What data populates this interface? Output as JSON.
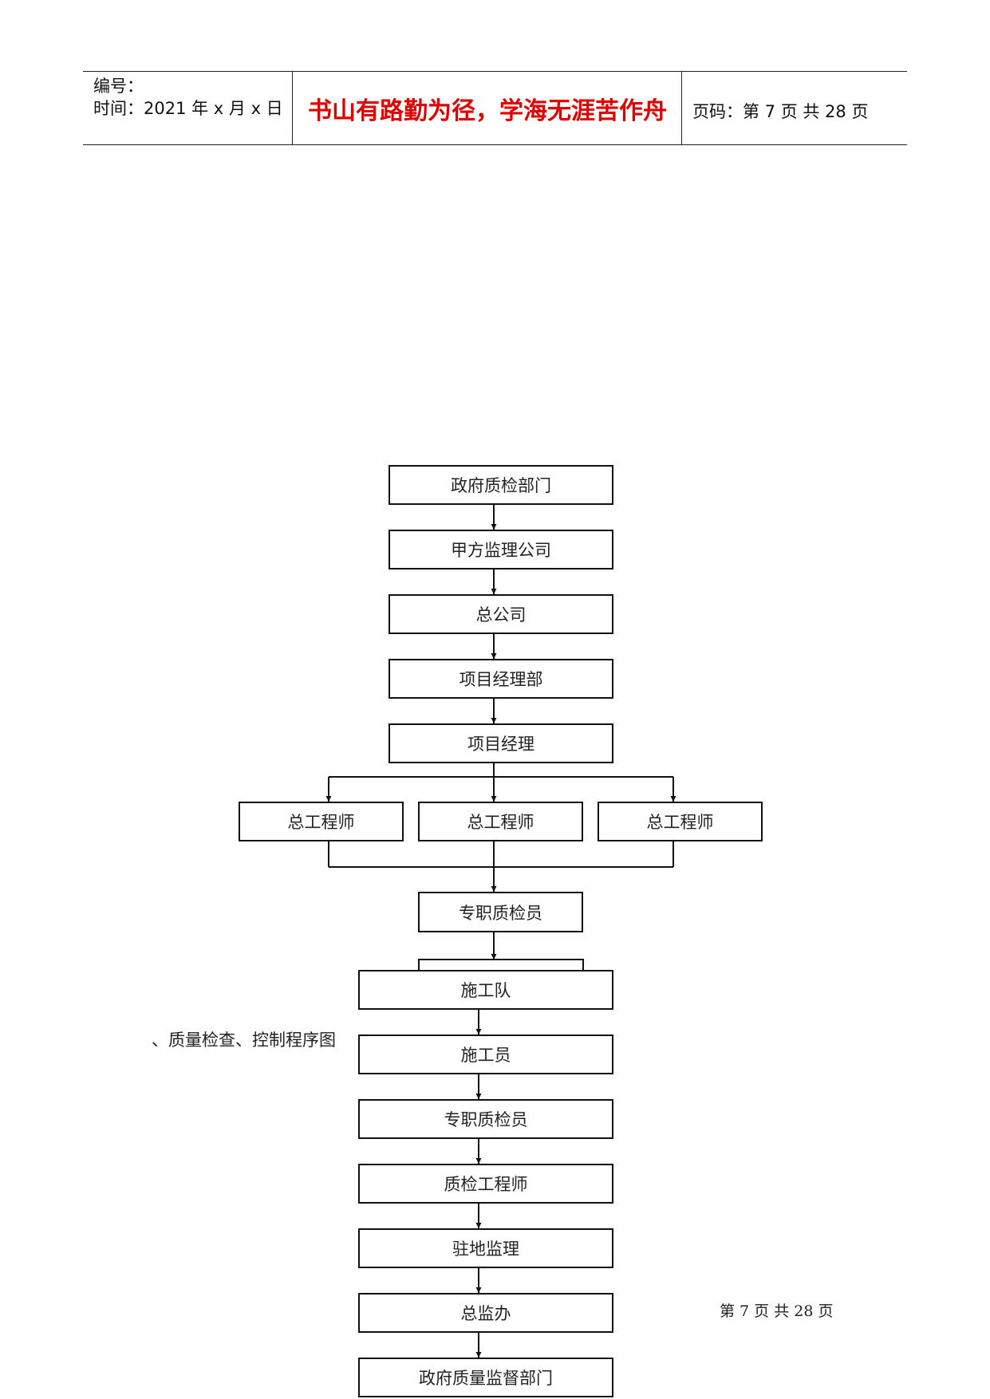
{
  "header": {
    "number_label": "编号：",
    "time_label": "时间：2021 年 x 月 x 日",
    "motto": "书山有路勤为径，学海无涯苦作舟",
    "page_label": "页码：第 7 页  共 28 页"
  },
  "flowchart_top": {
    "n1": "政府质检部门",
    "n2": "甲方监理公司",
    "n3": "总公司",
    "n4": "项目经理部",
    "n5": "项目经理",
    "n6a": "总工程师",
    "n6b": "总工程师",
    "n6c": "总工程师",
    "n7": "专职质检员"
  },
  "caption": "、质量检查、控制程序图",
  "flowchart_bottom": {
    "m1": "施工队",
    "m2": "施工员",
    "m3": "专职质检员",
    "m4": "质检工程师",
    "m5": "驻地监理",
    "m6": "总监办",
    "m7": "政府质量监督部门"
  },
  "footer": "第 7 页  共 28 页"
}
